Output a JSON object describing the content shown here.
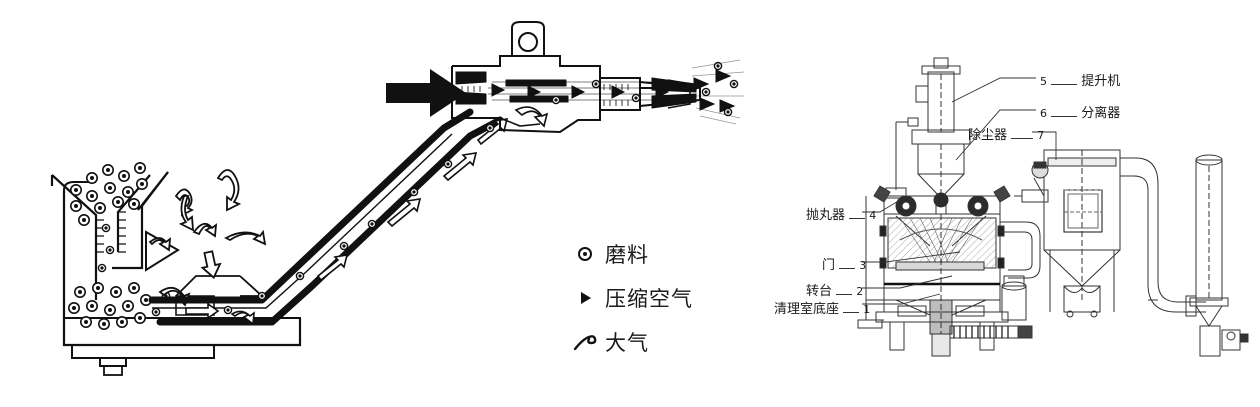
{
  "figure": {
    "background": "#ffffff",
    "ink": "#111111"
  },
  "left_diagram": {
    "name": "pressure-blast-pot-and-nozzle-cross-section",
    "inlet_arrow": "compressed-air-inlet",
    "components": {
      "hopper": "abrasive-hopper",
      "pot": "pressure-pot",
      "hose": "abrasive-delivery-hose",
      "gun": "blast-gun-assembly",
      "lifting_eye": "lifting-eye",
      "nozzle": "blast-nozzle",
      "spray": "abrasive-spray-discharge"
    }
  },
  "legend": {
    "items": [
      {
        "icon": "circle-dot-icon",
        "label": "磨料"
      },
      {
        "icon": "solid-triangle-icon",
        "label": "压缩空气"
      },
      {
        "icon": "squiggle-icon",
        "label": "大气"
      }
    ]
  },
  "right_diagram": {
    "name": "shot-blasting-machine-elevation",
    "callouts": [
      {
        "num": "5",
        "label": "提升机"
      },
      {
        "num": "6",
        "label": "分离器"
      },
      {
        "num": "7",
        "label": "除尘器"
      },
      {
        "num": "4",
        "label": "抛丸器"
      },
      {
        "num": "3",
        "label": "门"
      },
      {
        "num": "2",
        "label": "转台"
      },
      {
        "num": "1",
        "label": "清理室底座"
      }
    ],
    "components": {
      "elevator": "bucket-elevator",
      "separator": "air-wash-separator",
      "dust_collector": "cartridge-dust-collector",
      "blast_wheels": "blast-wheel-units",
      "turntable": "rotary-turntable",
      "chamber": "blast-chamber",
      "duct": "exhaust-duct",
      "stack": "exhaust-stack",
      "fan": "exhaust-fan"
    }
  }
}
